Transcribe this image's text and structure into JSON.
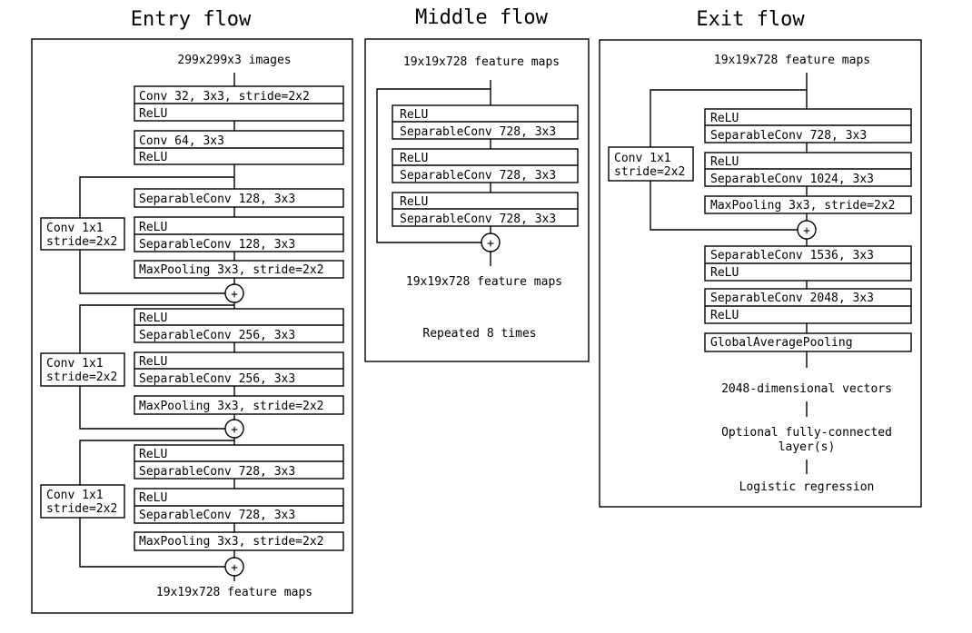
{
  "titles": {
    "entry": "Entry flow",
    "middle": "Middle flow",
    "exit": "Exit flow"
  },
  "entry": {
    "input": "299x299x3 images",
    "conv1": [
      "Conv 32, 3x3, stride=2x2",
      "ReLU"
    ],
    "conv2": [
      "Conv 64, 3x3",
      "ReLU"
    ],
    "b1_sep1": "SeparableConv 128, 3x3",
    "b1_sep2": [
      "ReLU",
      "SeparableConv 128, 3x3"
    ],
    "b1_pool": "MaxPooling 3x3, stride=2x2",
    "b2_sep1": [
      "ReLU",
      "SeparableConv 256, 3x3"
    ],
    "b2_sep2": [
      "ReLU",
      "SeparableConv 256, 3x3"
    ],
    "b2_pool": "MaxPooling 3x3, stride=2x2",
    "b3_sep1": [
      "ReLU",
      "SeparableConv 728, 3x3"
    ],
    "b3_sep2": [
      "ReLU",
      "SeparableConv 728, 3x3"
    ],
    "b3_pool": "MaxPooling 3x3, stride=2x2",
    "skip": [
      "Conv 1x1",
      "stride=2x2"
    ],
    "output": "19x19x728 feature maps"
  },
  "middle": {
    "input": "19x19x728 feature maps",
    "sep1": [
      "ReLU",
      "SeparableConv 728, 3x3"
    ],
    "sep2": [
      "ReLU",
      "SeparableConv 728, 3x3"
    ],
    "sep3": [
      "ReLU",
      "SeparableConv 728, 3x3"
    ],
    "output": "19x19x728 feature maps",
    "repeat": "Repeated 8 times"
  },
  "exit": {
    "input": "19x19x728 feature maps",
    "sep1": [
      "ReLU",
      "SeparableConv 728, 3x3"
    ],
    "sep2": [
      "ReLU",
      "SeparableConv 1024, 3x3"
    ],
    "pool": "MaxPooling 3x3, stride=2x2",
    "skip": [
      "Conv 1x1",
      "stride=2x2"
    ],
    "sep3": [
      "SeparableConv 1536, 3x3",
      "ReLU"
    ],
    "sep4": [
      "SeparableConv 2048, 3x3",
      "ReLU"
    ],
    "gap": "GlobalAveragePooling",
    "vectors": "2048-dimensional vectors",
    "fc": [
      "Optional fully-connected",
      "layer(s)"
    ],
    "logistic": "Logistic regression"
  },
  "add_symbol": "+"
}
